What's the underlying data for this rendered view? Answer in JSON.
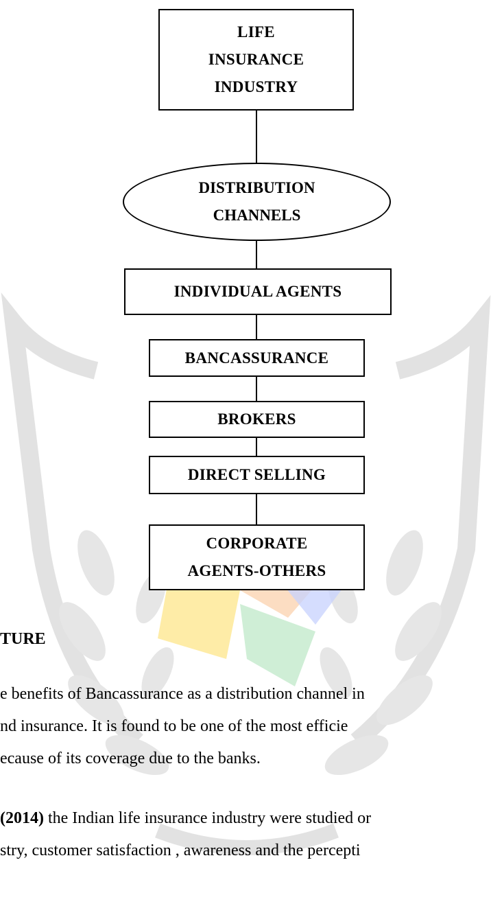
{
  "flowchart": {
    "top": "LIFE\nINSURANCE\nINDUSTRY",
    "hub": "DISTRIBUTION\nCHANNELS",
    "channels": [
      "INDIVIDUAL  AGENTS",
      "BANCASSURANCE",
      "BROKERS",
      "DIRECT SELLING",
      "CORPORATE\nAGENTS-OTHERS"
    ]
  },
  "text": {
    "heading": "TURE",
    "para1": [
      "e benefits of Bancassurance as a distribution channel in",
      "nd insurance. It is found to be one of the most efficie",
      "ecause of its coverage due to the banks."
    ],
    "para2_year": "(2014)",
    "para2_line1_rest": " the Indian life insurance industry were studied or",
    "para2_line2": "stry, customer satisfaction , awareness and the percepti"
  },
  "watermark": {
    "colors": [
      "#dcdcdc",
      "#fde68a",
      "#bfe8c8",
      "#c7d2fe",
      "#fbcfa8"
    ]
  }
}
